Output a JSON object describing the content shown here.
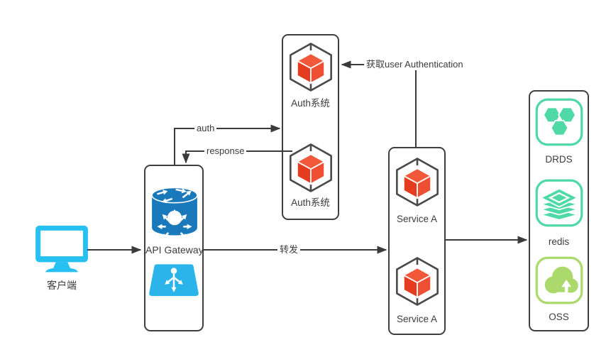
{
  "client": {
    "label": "客户端"
  },
  "gateway": {
    "label": "API Gateway"
  },
  "clusters": {
    "auth": {
      "items": [
        {
          "label": "Auth系统"
        },
        {
          "label": "Auth系统"
        }
      ]
    },
    "service": {
      "items": [
        {
          "label": "Service A"
        },
        {
          "label": "Service A"
        }
      ]
    },
    "storage": {
      "items": [
        {
          "label": "DRDS"
        },
        {
          "label": "redis"
        },
        {
          "label": "OSS"
        }
      ]
    }
  },
  "edges": {
    "auth": {
      "label": "auth"
    },
    "response": {
      "label": "response"
    },
    "forward": {
      "label": "转发"
    },
    "fetch_user_auth": {
      "label": "获取user Authentication"
    }
  },
  "icons": {
    "client": "monitor-icon",
    "gateway_top": "api-routing-hub-icon",
    "gateway_bottom": "load-balancer-icon",
    "auth_node": "cube-icon",
    "service_node": "cube-icon",
    "drds": "hexagon-cluster-icon",
    "redis": "stacked-layers-icon",
    "oss": "cloud-upload-icon"
  },
  "colors": {
    "cube_red": "#e9472b",
    "client_cyan": "#27c0f2",
    "gateway_blue": "#1a79ba",
    "load_balancer_blue": "#2ab4e9",
    "teal_green": "#4fd9a6",
    "oss_green": "#abd96b",
    "connector": "#3b3b3b",
    "box_border": "#3f3f3f"
  }
}
